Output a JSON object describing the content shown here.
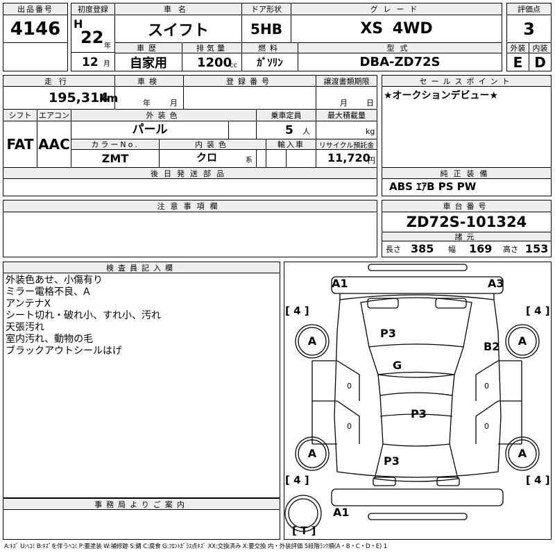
{
  "sheet": {
    "lot_no_label": "出品番号",
    "lot_no": "4146",
    "first_reg_label": "初度登録",
    "era": "H",
    "year": "22",
    "year_unit": "年",
    "month": "12",
    "month_unit": "月",
    "car_name_label": "車名",
    "car_name": "スイフト",
    "doors_label": "ドア形状",
    "doors": "5HB",
    "grade_label": "グレード",
    "grade": "XS 4WD",
    "score_label": "評価点",
    "score": "3",
    "history_label": "車歴",
    "history": "自家用",
    "displacement_label": "排気量",
    "displacement": "1200",
    "displacement_unit": "cc",
    "fuel_label": "燃料",
    "fuel": "ｶﾞｿﾘﾝ",
    "model_label": "型式",
    "model": "DBA-ZD72S",
    "exterior_label": "外装",
    "exterior": "E",
    "interior_label": "内装",
    "interior": "D",
    "mileage_label": "走行",
    "mileage": "195,314",
    "mileage_unit": "km",
    "inspection_label": "車検",
    "insp_year_unit": "年",
    "insp_month_unit": "月",
    "regno_label": "登録番号",
    "transfer_label": "譲渡書類期限",
    "transfer_month_unit": "月",
    "transfer_day_unit": "日",
    "shift_label": "シフト",
    "shift": "FAT",
    "ac_label": "エアコン",
    "ac": "AAC",
    "color_label": "外装色",
    "color": "パール",
    "capacity_label": "乗車定員",
    "capacity": "5",
    "capacity_unit": "人",
    "maxload_label": "最大積載量",
    "maxload_unit": "kg",
    "colorno_label": "カラーNo.",
    "colorno": "ZMT",
    "intcolor_label": "内装色",
    "intcolor": "クロ",
    "intcolor_unit": "系",
    "import_label": "輸入車",
    "recycle_label": "リサイクル預託金",
    "recycle": "11,720",
    "recycle_unit": "円",
    "later_parts_label": "後日発送部品",
    "selling_points_label": "セールスポイント",
    "selling_points": "★オークションデビュー★",
    "genuine_equip_label": "純正装備",
    "genuine_equip": "ABS ｴｱB PS PW",
    "notes_label": "注意事項欄",
    "chassis_label": "車台番号",
    "chassis": "ZD72S-101324",
    "dims_label": "諸元",
    "length_label": "長さ",
    "length": "385",
    "width_label": "幅",
    "width": "169",
    "height_label": "高さ",
    "height": "153",
    "inspector_label": "検査員記入欄",
    "inspector_notes": [
      "外装色あせ、小傷有り",
      "ミラー電格不良、A",
      "アンテナX",
      "シート切れ・破れ小、すれ小、汚れ",
      "天張汚れ",
      "室内汚れ、動物の毛",
      "ブラックアウトシールはげ"
    ],
    "office_label": "事務局よりご案内",
    "legend": "A:ｷｽﾞ U:ﾍｺﾐ B:ｷｽﾞを伴うﾍｺﾐ P:要塗装 W:補修跡 S:錆 C:腐食 G:ﾌﾛﾝﾄｶﾞﾗｽ点ｷｽﾞ XX:交換済み X:要交換 内・外装評価 5段階ﾗﾝｸ順(A・B・C・D・E) 1"
  },
  "diagram": {
    "marks": {
      "a1_top": "A1",
      "a3_top": "A3",
      "p3_hood": "P3",
      "b2_right": "B2",
      "g_windshield": "G",
      "p3_roof": "P3",
      "p3_rear": "P3",
      "a_front_left": "A",
      "a_front_right": "A",
      "a_rear_left": "A",
      "a_rear_right": "A",
      "a1_bottom": "A1"
    },
    "tire_front_left": "[ 4 ]",
    "tire_front_right": "[ 4 ]",
    "tire_rear_left": "[ 4 ]",
    "tire_rear_right": "[ 4 ]",
    "spare": "[ T ]",
    "door_left_1": "0",
    "door_left_2": "0",
    "door_right_1": "0",
    "door_right_2": "0"
  }
}
